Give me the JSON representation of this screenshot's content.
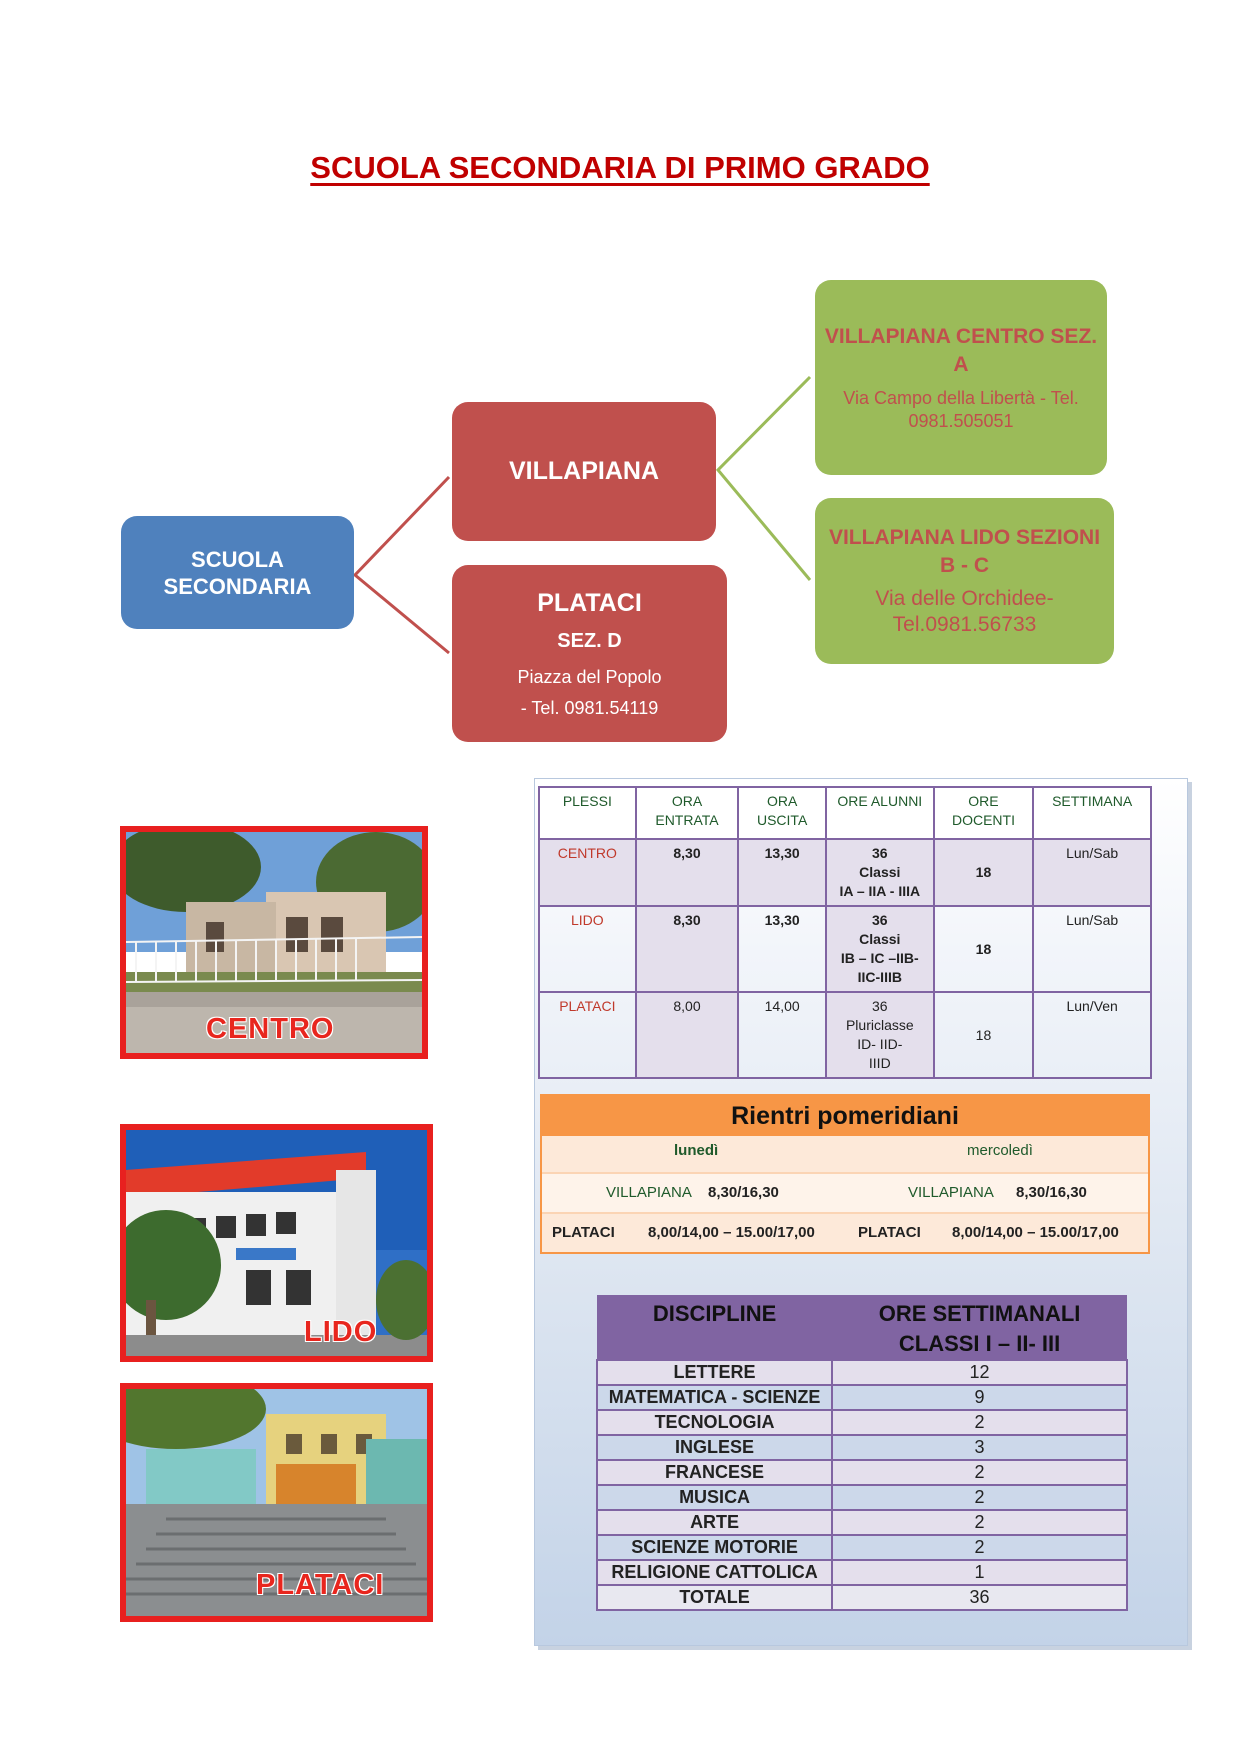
{
  "title": "SCUOLA SECONDARIA DI PRIMO GRADO",
  "org_chart": {
    "root": {
      "lines": [
        "SCUOLA",
        "SECONDARIA"
      ]
    },
    "villapiana": {
      "label": "VILLAPIANA"
    },
    "plataci": {
      "label": "PLATACI",
      "section": "SEZ. D",
      "address": "Piazza del Popolo",
      "phone": "- Tel. 0981.54119"
    },
    "centro": {
      "label": "VILLAPIANA CENTRO SEZ. A",
      "address": "Via Campo della  Libertà - Tel.",
      "phone": "0981.505051"
    },
    "lido": {
      "label_line1": "VILLAPIANA  LIDO SEZIONI",
      "label_line2": "B - C",
      "address": "Via delle Orchidee-",
      "phone": "Tel.0981.56733"
    }
  },
  "photos": {
    "centro": {
      "label": "CENTRO"
    },
    "lido": {
      "label": "LIDO"
    },
    "plataci": {
      "label": "PLATACI"
    }
  },
  "schedule": {
    "headers": [
      [
        "PLESSI"
      ],
      [
        "ORA",
        "ENTRATA"
      ],
      [
        "ORA",
        "USCITA"
      ],
      [
        "ORE ALUNNI"
      ],
      [
        "ORE",
        "DOCENTI"
      ],
      [
        "SETTIMANA"
      ]
    ],
    "rows": [
      {
        "plesso": "CENTRO",
        "entrata": "8,30",
        "uscita": "13,30",
        "alunni": [
          "36",
          "Classi",
          "IA – IIA - IIIA"
        ],
        "docenti": "18",
        "settimana": "Lun/Sab",
        "bold": true
      },
      {
        "plesso": "LIDO",
        "entrata": "8,30",
        "uscita": "13,30",
        "alunni": [
          "36",
          "Classi",
          "IB – IC –IIB-",
          "IIC-IIIB"
        ],
        "docenti": "18",
        "settimana": "Lun/Sab",
        "bold": true
      },
      {
        "plesso": "PLATACI",
        "entrata": "8,00",
        "uscita": "14,00",
        "alunni": [
          "36",
          "Pluriclasse",
          "ID-   IID-",
          "IIID"
        ],
        "docenti": "18",
        "settimana": "Lun/Ven",
        "bold": false
      }
    ]
  },
  "rientri": {
    "title": "Rientri pomeridiani",
    "day1": "lunedì",
    "day2": "mercoledì",
    "rows": [
      {
        "place1": "VILLAPIANA",
        "time1": "8,30/16,30",
        "place2": "VILLAPIANA",
        "time2": "8,30/16,30"
      },
      {
        "place1": "PLATACI",
        "time1": "8,00/14,00 – 15.00/17,00",
        "place2": "PLATACI",
        "time2": "8,00/14,00 – 15.00/17,00"
      }
    ]
  },
  "discipline": {
    "header_col1": "DISCIPLINE",
    "header_col2_line1": "ORE SETTIMANALI",
    "header_col2_line2": "CLASSI  I – II- III",
    "rows": [
      {
        "name": "LETTERE",
        "hours": "12"
      },
      {
        "name": "MATEMATICA - SCIENZE",
        "hours": "9"
      },
      {
        "name": "TECNOLOGIA",
        "hours": "2"
      },
      {
        "name": "INGLESE",
        "hours": "3"
      },
      {
        "name": "FRANCESE",
        "hours": "2"
      },
      {
        "name": "MUSICA",
        "hours": "2"
      },
      {
        "name": "ARTE",
        "hours": "2"
      },
      {
        "name": "SCIENZE MOTORIE",
        "hours": "2"
      },
      {
        "name": "RELIGIONE  CATTOLICA",
        "hours": "1"
      },
      {
        "name": "TOTALE",
        "hours": "36"
      }
    ]
  },
  "colors": {
    "title_red": "#c00000",
    "node_blue": "#4f81bd",
    "node_red": "#c0504d",
    "node_green": "#9bbb59",
    "table_purple": "#8064a2",
    "rientri_orange": "#f79646"
  }
}
